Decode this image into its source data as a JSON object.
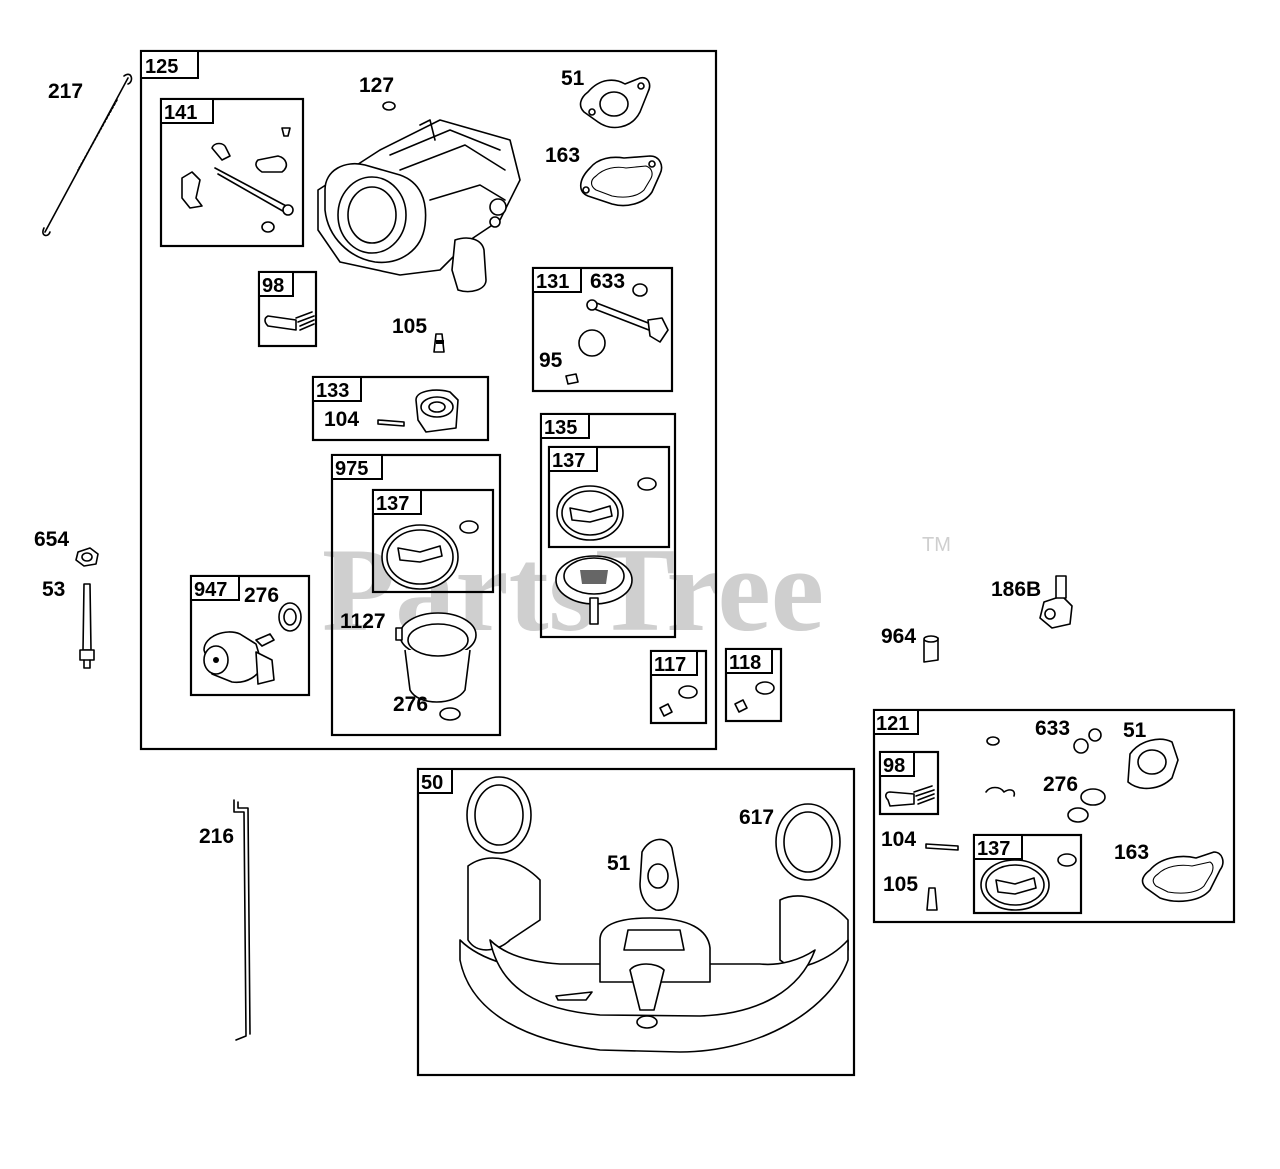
{
  "watermark": {
    "text": "PartsTree",
    "trademark": "TM"
  },
  "groups": [
    {
      "id": "125",
      "label": "125"
    },
    {
      "id": "141",
      "label": "141"
    },
    {
      "id": "98a",
      "label": "98"
    },
    {
      "id": "133",
      "label": "133"
    },
    {
      "id": "131",
      "label": "131"
    },
    {
      "id": "975",
      "label": "975"
    },
    {
      "id": "137a",
      "label": "137"
    },
    {
      "id": "135",
      "label": "135"
    },
    {
      "id": "137b",
      "label": "137"
    },
    {
      "id": "947",
      "label": "947"
    },
    {
      "id": "117",
      "label": "117"
    },
    {
      "id": "118",
      "label": "118"
    },
    {
      "id": "121",
      "label": "121"
    },
    {
      "id": "98b",
      "label": "98"
    },
    {
      "id": "137c",
      "label": "137"
    },
    {
      "id": "50",
      "label": "50"
    }
  ],
  "callouts": [
    {
      "id": "c217",
      "text": "217"
    },
    {
      "id": "c127",
      "text": "127"
    },
    {
      "id": "c51a",
      "text": "51"
    },
    {
      "id": "c163a",
      "text": "163"
    },
    {
      "id": "c105a",
      "text": "105"
    },
    {
      "id": "c633a",
      "text": "633"
    },
    {
      "id": "c95",
      "text": "95"
    },
    {
      "id": "c104a",
      "text": "104"
    },
    {
      "id": "c654",
      "text": "654"
    },
    {
      "id": "c53",
      "text": "53"
    },
    {
      "id": "c276a",
      "text": "276"
    },
    {
      "id": "c1127",
      "text": "1127"
    },
    {
      "id": "c276b",
      "text": "276"
    },
    {
      "id": "c186b",
      "text": "186B"
    },
    {
      "id": "c964",
      "text": "964"
    },
    {
      "id": "c216",
      "text": "216"
    },
    {
      "id": "c617",
      "text": "617"
    },
    {
      "id": "c51b",
      "text": "51"
    },
    {
      "id": "c633b",
      "text": "633"
    },
    {
      "id": "c51c",
      "text": "51"
    },
    {
      "id": "c276c",
      "text": "276"
    },
    {
      "id": "c104b",
      "text": "104"
    },
    {
      "id": "c163b",
      "text": "163"
    },
    {
      "id": "c105b",
      "text": "105"
    }
  ]
}
